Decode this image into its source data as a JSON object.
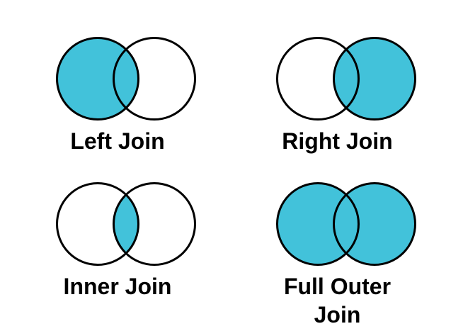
{
  "colors": {
    "fill": "#42C2DA",
    "outline": "#000000",
    "background": "#FFFFFF",
    "text": "#000000"
  },
  "diagrams": [
    {
      "id": "left-join",
      "label": "Left Join",
      "regions": {
        "left": true,
        "right": false,
        "intersection": true
      }
    },
    {
      "id": "right-join",
      "label": "Right Join",
      "regions": {
        "left": false,
        "right": true,
        "intersection": true
      }
    },
    {
      "id": "inner-join",
      "label": "Inner Join",
      "regions": {
        "left": false,
        "right": false,
        "intersection": true
      }
    },
    {
      "id": "full-outer-join",
      "label": "Full Outer Join",
      "regions": {
        "left": true,
        "right": true,
        "intersection": true
      }
    }
  ]
}
